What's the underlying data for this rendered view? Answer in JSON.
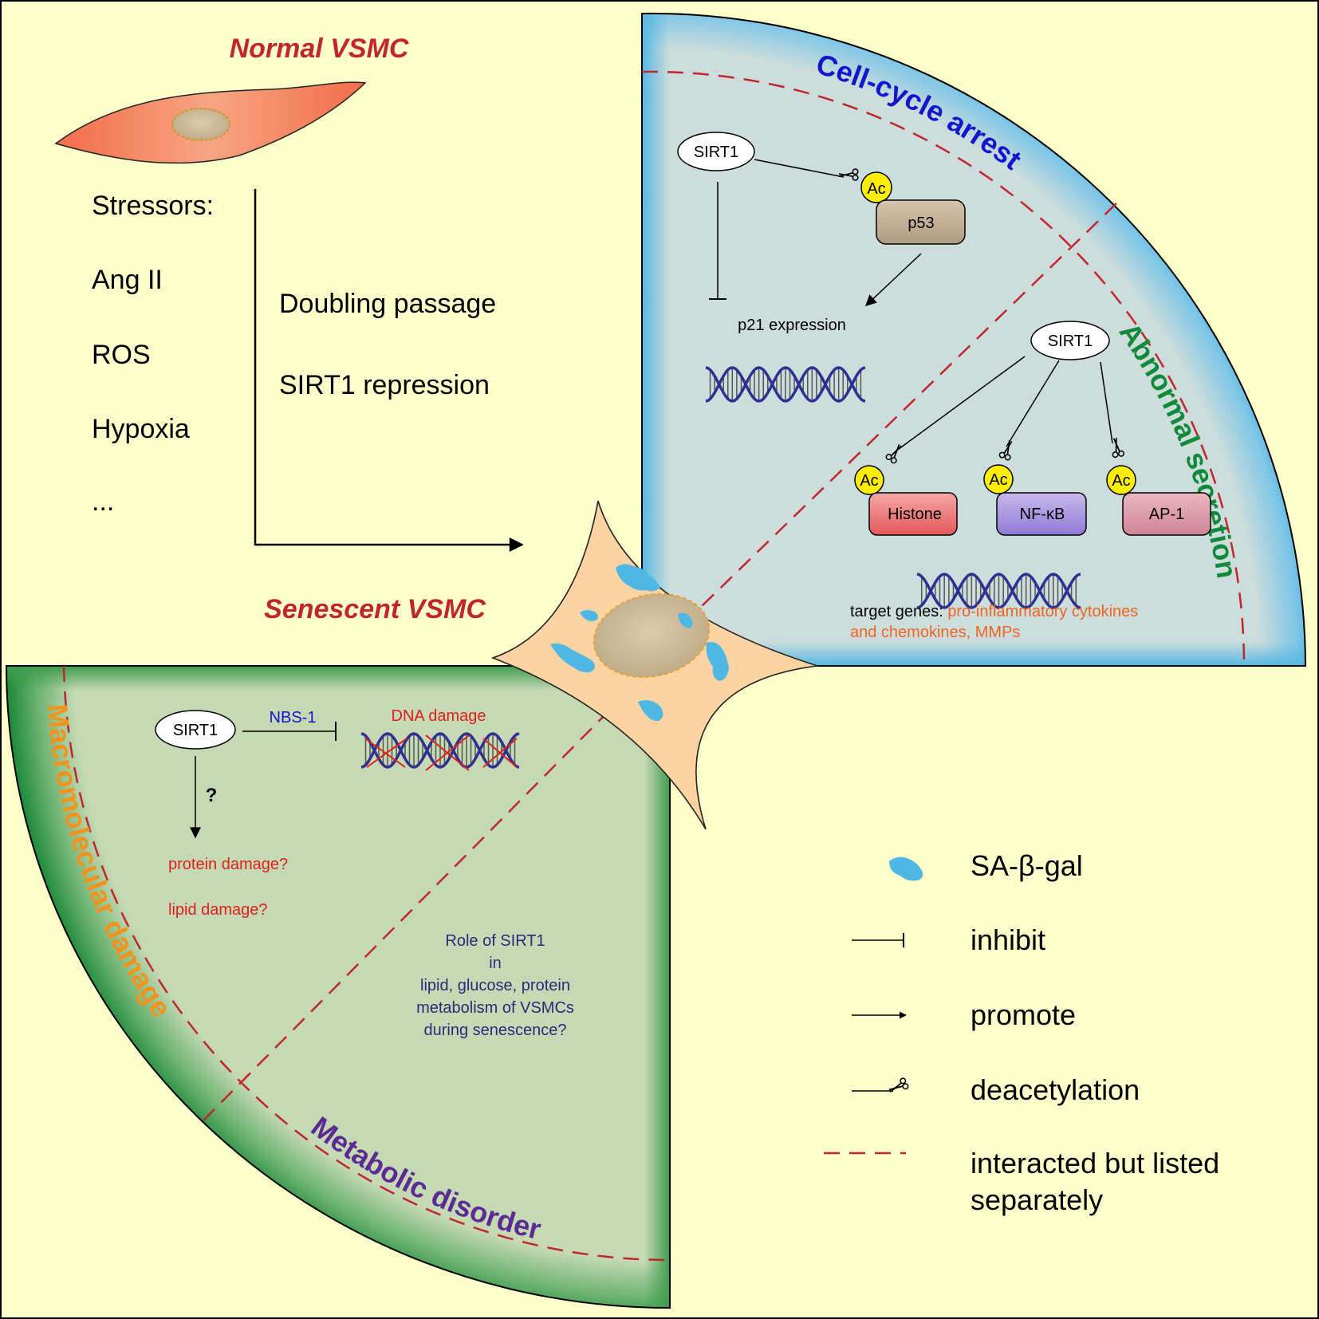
{
  "normal_vsmc": "Normal VSMC",
  "senescent_vsmc": "Senescent VSMC",
  "stressors": {
    "heading": "Stressors:",
    "items": [
      "Ang II",
      "ROS",
      "Hypoxia",
      "..."
    ],
    "extra": [
      "Doubling passage",
      "SIRT1 repression"
    ]
  },
  "quadrants": {
    "cell_cycle": {
      "title": "Cell-cycle arrest",
      "sirt1": "SIRT1",
      "ac": "Ac",
      "p53": "p53",
      "p21": "p21 expression"
    },
    "secretion": {
      "title": "Abnormal secretion",
      "sirt1": "SIRT1",
      "ac": "Ac",
      "histone": "Histone",
      "nfkb": "NF-κB",
      "ap1": "AP-1",
      "target_prefix": "target genes:",
      "target_line1": "pro-inflammatory cytokines",
      "target_line2": "and chemokines, MMPs"
    },
    "macromolecular": {
      "title": "Macromolecular damage",
      "sirt1": "SIRT1",
      "nbs1": "NBS-1",
      "dna_damage": "DNA damage",
      "question": "?",
      "protein": "protein damage?",
      "lipid": "lipid damage?"
    },
    "metabolic": {
      "title": "Metabolic disorder",
      "role_lines": [
        "Role of SIRT1",
        "in",
        "lipid, glucose, protein",
        "metabolism of VSMCs",
        "during senescence?"
      ]
    }
  },
  "legend": {
    "sa_bgal": "SA-β-gal",
    "inhibit": "inhibit",
    "promote": "promote",
    "deacetylation": "deacetylation",
    "dashed_line1": "interacted but listed",
    "dashed_line2": "separately"
  },
  "colors": {
    "background": "#FFFFCC",
    "blue_sector": "#CCDDDC",
    "blue_rim": "#33AADD",
    "green_sector": "#C5D9B5",
    "green_rim": "#22883A",
    "title_blue": "#1515CC",
    "title_green": "#108A3A",
    "title_orange": "#F2931E",
    "title_purple": "#5B2A92",
    "red_label": "#C0272D",
    "orange_text": "#F26522",
    "navy_text": "#2A2A7A",
    "dashed_red": "#C0272D"
  }
}
